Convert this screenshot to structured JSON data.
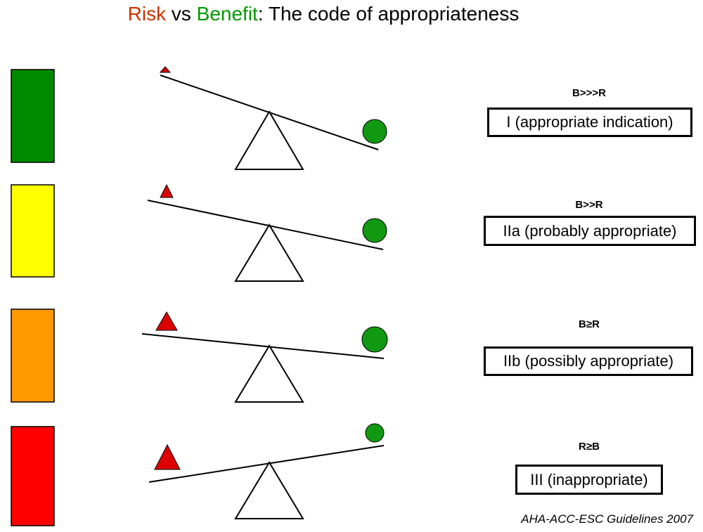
{
  "title": {
    "risk": "Risk",
    "vs": " vs ",
    "benefit": "Benefit",
    "rest": ": The code of appropriateness",
    "risk_color": "#cc3300",
    "benefit_color": "#009900"
  },
  "rows": [
    {
      "ratio": "B>>>R",
      "label": "I (appropriate indication)",
      "color_bar": "#008a00"
    },
    {
      "ratio": "B>>R",
      "label": "IIa (probably appropriate)",
      "color_bar": "#ffff00"
    },
    {
      "ratio": "B≥R",
      "label": "IIb (possibly appropriate)",
      "color_bar": "#ff9900"
    },
    {
      "ratio": "R≥B",
      "label": "III (inappropriate)",
      "color_bar": "#ff0000"
    }
  ],
  "colors": {
    "risk_marker": "#dd0000",
    "benefit_marker": "#119911"
  },
  "source": "AHA-ACC-ESC Guidelines 2007"
}
